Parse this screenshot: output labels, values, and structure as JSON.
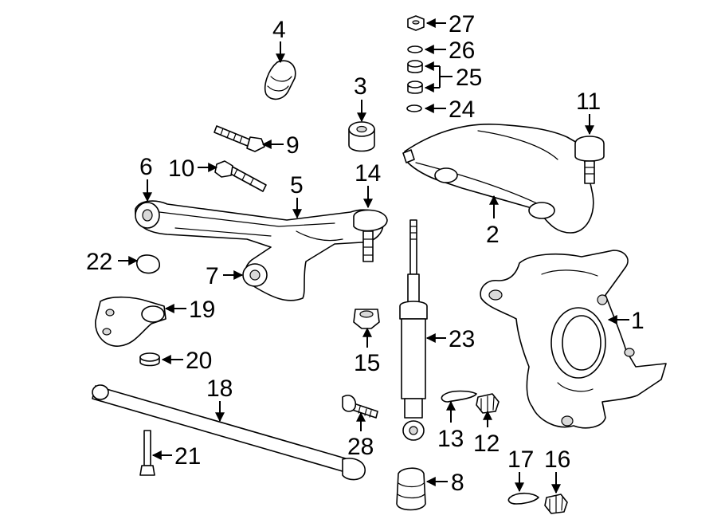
{
  "callouts": [
    {
      "id": "1",
      "text": "1"
    },
    {
      "id": "2",
      "text": "2"
    },
    {
      "id": "3",
      "text": "3"
    },
    {
      "id": "4",
      "text": "4"
    },
    {
      "id": "5",
      "text": "5"
    },
    {
      "id": "6",
      "text": "6"
    },
    {
      "id": "7",
      "text": "7"
    },
    {
      "id": "8",
      "text": "8"
    },
    {
      "id": "9",
      "text": "9"
    },
    {
      "id": "10",
      "text": "10"
    },
    {
      "id": "11",
      "text": "11"
    },
    {
      "id": "12",
      "text": "12"
    },
    {
      "id": "13",
      "text": "13"
    },
    {
      "id": "14",
      "text": "14"
    },
    {
      "id": "15",
      "text": "15"
    },
    {
      "id": "16",
      "text": "16"
    },
    {
      "id": "17",
      "text": "17"
    },
    {
      "id": "18",
      "text": "18"
    },
    {
      "id": "19",
      "text": "19"
    },
    {
      "id": "20",
      "text": "20"
    },
    {
      "id": "21",
      "text": "21"
    },
    {
      "id": "22",
      "text": "22"
    },
    {
      "id": "23",
      "text": "23"
    },
    {
      "id": "24",
      "text": "24"
    },
    {
      "id": "25",
      "text": "25"
    },
    {
      "id": "26",
      "text": "26"
    },
    {
      "id": "27",
      "text": "27"
    },
    {
      "id": "28",
      "text": "28"
    }
  ]
}
